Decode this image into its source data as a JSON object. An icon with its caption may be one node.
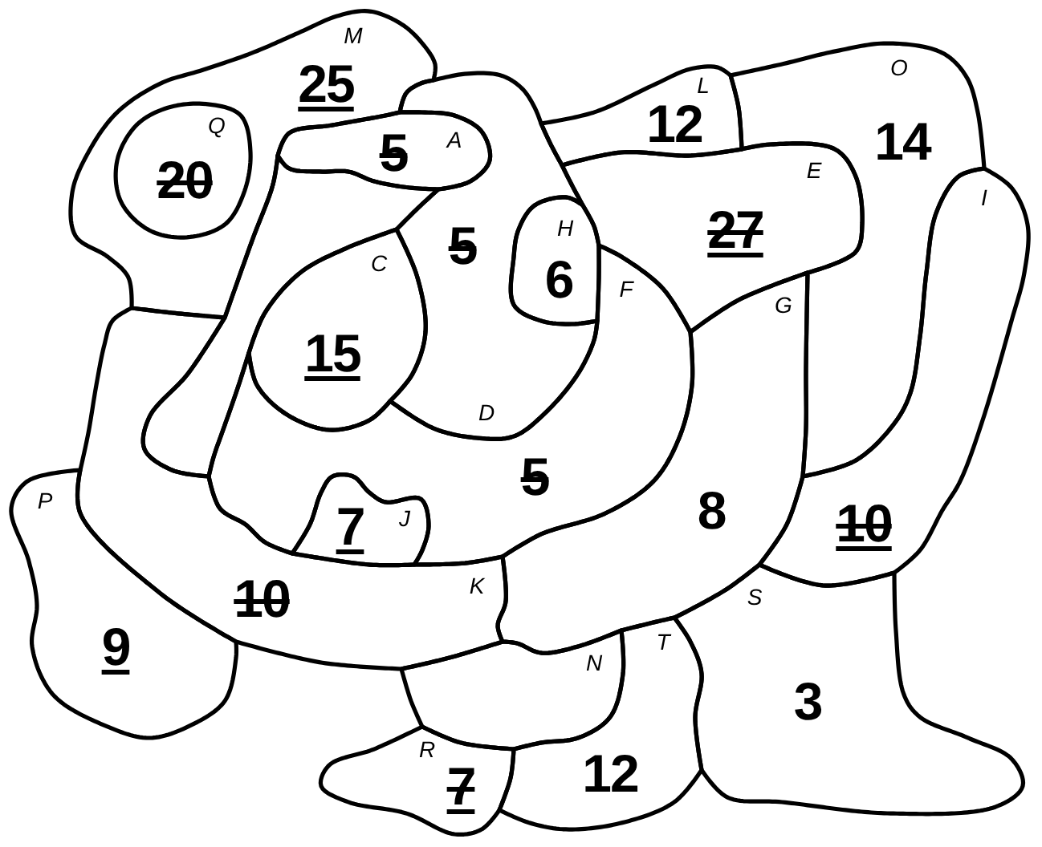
{
  "diagram": {
    "nodes": [
      {
        "text": [
          "M",
          "25"
        ]
      },
      {
        "text": [
          "O",
          "14"
        ]
      },
      {
        "text": [
          "L",
          "12"
        ]
      },
      {
        "text": [
          "Q",
          "20"
        ],
        "in": 0
      },
      {
        "text": [
          "5",
          "A"
        ]
      },
      {
        "text": [
          "E",
          "27"
        ]
      },
      {
        "text": [
          "I",
          "10"
        ]
      },
      {
        "text": [
          "H",
          "6"
        ]
      },
      {
        "text": [
          "C",
          "15"
        ]
      },
      {
        "text": [
          "F",
          "5"
        ]
      },
      {
        "text": [
          "G",
          "8"
        ]
      },
      {
        "text": [],
        "shape": "blob"
      },
      {
        "text": [
          "5",
          "D"
        ]
      },
      {
        "text": [
          "P",
          "9"
        ]
      },
      {
        "text": [
          "7",
          "J"
        ]
      },
      {
        "text": [
          "10",
          "K"
        ]
      },
      {
        "text": [
          "S",
          "3"
        ]
      },
      {
        "text": [
          "T",
          "12"
        ]
      },
      {
        "text": [
          "N"
        ]
      },
      {
        "text": [
          "R",
          "7"
        ]
      }
    ]
  }
}
